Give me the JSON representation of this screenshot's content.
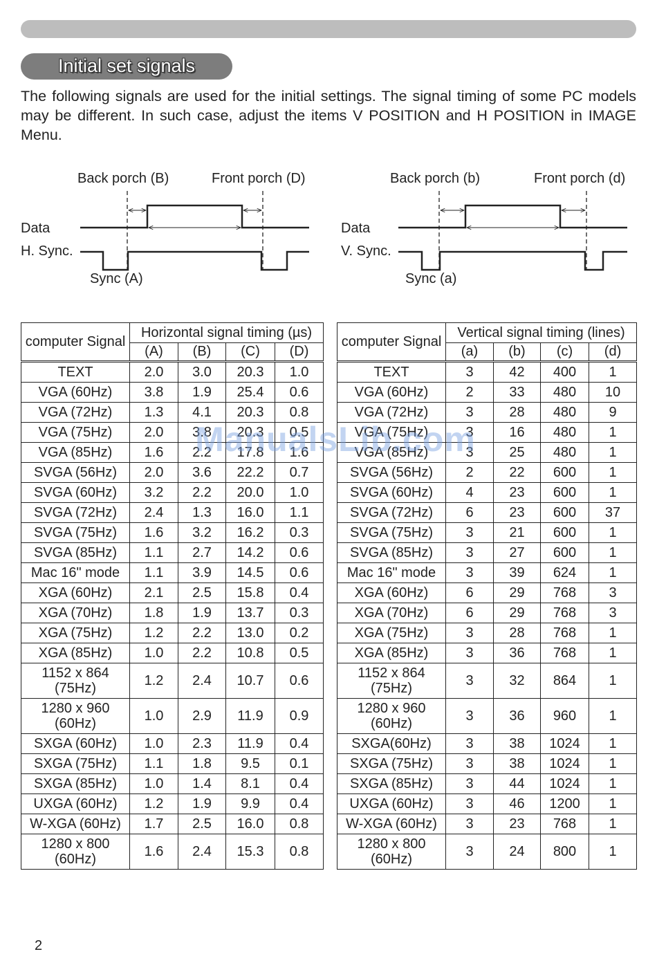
{
  "section_title": "Initial set signals",
  "intro_text": "The following signals are used for the initial settings. The signal timing of some PC models may be different. In such case, adjust the items V POSITION and H POSITION in IMAGE Menu.",
  "diagram": {
    "horizontal": {
      "back_porch": "Back porch (B)",
      "front_porch": "Front porch (D)",
      "data_label": "Data",
      "sync_label": "H. Sync.",
      "sync_width": "Sync (A)"
    },
    "vertical": {
      "back_porch": "Back porch (b)",
      "front_porch": "Front porch (d)",
      "data_label": "Data",
      "sync_label": "V. Sync.",
      "sync_width": "Sync (a)"
    }
  },
  "horizontal_table": {
    "signal_header": "computer Signal",
    "timing_header": "Horizontal signal timing (µs)",
    "columns": [
      "(A)",
      "(B)",
      "(C)",
      "(D)"
    ],
    "rows": [
      {
        "signal": "TEXT",
        "values": [
          "2.0",
          "3.0",
          "20.3",
          "1.0"
        ]
      },
      {
        "signal": "VGA (60Hz)",
        "values": [
          "3.8",
          "1.9",
          "25.4",
          "0.6"
        ]
      },
      {
        "signal": "VGA (72Hz)",
        "values": [
          "1.3",
          "4.1",
          "20.3",
          "0.8"
        ]
      },
      {
        "signal": "VGA (75Hz)",
        "values": [
          "2.0",
          "3.8",
          "20.3",
          "0.5"
        ]
      },
      {
        "signal": "VGA (85Hz)",
        "values": [
          "1.6",
          "2.2",
          "17.8",
          "1.6"
        ]
      },
      {
        "signal": "SVGA (56Hz)",
        "values": [
          "2.0",
          "3.6",
          "22.2",
          "0.7"
        ]
      },
      {
        "signal": "SVGA (60Hz)",
        "values": [
          "3.2",
          "2.2",
          "20.0",
          "1.0"
        ]
      },
      {
        "signal": "SVGA (72Hz)",
        "values": [
          "2.4",
          "1.3",
          "16.0",
          "1.1"
        ]
      },
      {
        "signal": "SVGA (75Hz)",
        "values": [
          "1.6",
          "3.2",
          "16.2",
          "0.3"
        ]
      },
      {
        "signal": "SVGA (85Hz)",
        "values": [
          "1.1",
          "2.7",
          "14.2",
          "0.6"
        ]
      },
      {
        "signal": "Mac 16\" mode",
        "values": [
          "1.1",
          "3.9",
          "14.5",
          "0.6"
        ]
      },
      {
        "signal": "XGA (60Hz)",
        "values": [
          "2.1",
          "2.5",
          "15.8",
          "0.4"
        ]
      },
      {
        "signal": "XGA (70Hz)",
        "values": [
          "1.8",
          "1.9",
          "13.7",
          "0.3"
        ]
      },
      {
        "signal": "XGA (75Hz)",
        "values": [
          "1.2",
          "2.2",
          "13.0",
          "0.2"
        ]
      },
      {
        "signal": "XGA (85Hz)",
        "values": [
          "1.0",
          "2.2",
          "10.8",
          "0.5"
        ]
      },
      {
        "signal": "1152 x 864 (75Hz)",
        "values": [
          "1.2",
          "2.4",
          "10.7",
          "0.6"
        ],
        "tall": true
      },
      {
        "signal": "1280 x 960 (60Hz)",
        "values": [
          "1.0",
          "2.9",
          "11.9",
          "0.9"
        ],
        "tall": true
      },
      {
        "signal": "SXGA (60Hz)",
        "values": [
          "1.0",
          "2.3",
          "11.9",
          "0.4"
        ]
      },
      {
        "signal": "SXGA (75Hz)",
        "values": [
          "1.1",
          "1.8",
          "9.5",
          "0.1"
        ]
      },
      {
        "signal": "SXGA (85Hz)",
        "values": [
          "1.0",
          "1.4",
          "8.1",
          "0.4"
        ]
      },
      {
        "signal": "UXGA (60Hz)",
        "values": [
          "1.2",
          "1.9",
          "9.9",
          "0.4"
        ]
      },
      {
        "signal": "W-XGA (60Hz)",
        "values": [
          "1.7",
          "2.5",
          "16.0",
          "0.8"
        ]
      },
      {
        "signal": "1280 x 800 (60Hz)",
        "values": [
          "1.6",
          "2.4",
          "15.3",
          "0.8"
        ],
        "tall": true
      }
    ]
  },
  "vertical_table": {
    "signal_header": "computer Signal",
    "timing_header": "Vertical signal timing (lines)",
    "columns": [
      "(a)",
      "(b)",
      "(c)",
      "(d)"
    ],
    "rows": [
      {
        "signal": "TEXT",
        "values": [
          "3",
          "42",
          "400",
          "1"
        ]
      },
      {
        "signal": "VGA (60Hz)",
        "values": [
          "2",
          "33",
          "480",
          "10"
        ]
      },
      {
        "signal": "VGA (72Hz)",
        "values": [
          "3",
          "28",
          "480",
          "9"
        ]
      },
      {
        "signal": "VGA (75Hz)",
        "values": [
          "3",
          "16",
          "480",
          "1"
        ]
      },
      {
        "signal": "VGA (85Hz)",
        "values": [
          "3",
          "25",
          "480",
          "1"
        ]
      },
      {
        "signal": "SVGA (56Hz)",
        "values": [
          "2",
          "22",
          "600",
          "1"
        ]
      },
      {
        "signal": "SVGA (60Hz)",
        "values": [
          "4",
          "23",
          "600",
          "1"
        ]
      },
      {
        "signal": "SVGA (72Hz)",
        "values": [
          "6",
          "23",
          "600",
          "37"
        ]
      },
      {
        "signal": "SVGA (75Hz)",
        "values": [
          "3",
          "21",
          "600",
          "1"
        ]
      },
      {
        "signal": "SVGA (85Hz)",
        "values": [
          "3",
          "27",
          "600",
          "1"
        ]
      },
      {
        "signal": "Mac 16\" mode",
        "values": [
          "3",
          "39",
          "624",
          "1"
        ]
      },
      {
        "signal": "XGA (60Hz)",
        "values": [
          "6",
          "29",
          "768",
          "3"
        ]
      },
      {
        "signal": "XGA (70Hz)",
        "values": [
          "6",
          "29",
          "768",
          "3"
        ]
      },
      {
        "signal": "XGA (75Hz)",
        "values": [
          "3",
          "28",
          "768",
          "1"
        ]
      },
      {
        "signal": "XGA (85Hz)",
        "values": [
          "3",
          "36",
          "768",
          "1"
        ]
      },
      {
        "signal": "1152 x 864 (75Hz)",
        "values": [
          "3",
          "32",
          "864",
          "1"
        ],
        "tall": true
      },
      {
        "signal": "1280 x 960 (60Hz)",
        "values": [
          "3",
          "36",
          "960",
          "1"
        ],
        "tall": true
      },
      {
        "signal": "SXGA(60Hz)",
        "values": [
          "3",
          "38",
          "1024",
          "1"
        ]
      },
      {
        "signal": "SXGA (75Hz)",
        "values": [
          "3",
          "38",
          "1024",
          "1"
        ]
      },
      {
        "signal": "SXGA (85Hz)",
        "values": [
          "3",
          "44",
          "1024",
          "1"
        ]
      },
      {
        "signal": "UXGA (60Hz)",
        "values": [
          "3",
          "46",
          "1200",
          "1"
        ]
      },
      {
        "signal": "W-XGA (60Hz)",
        "values": [
          "3",
          "23",
          "768",
          "1"
        ]
      },
      {
        "signal": "1280 x 800 (60Hz)",
        "values": [
          "3",
          "24",
          "800",
          "1"
        ],
        "tall": true
      }
    ]
  },
  "watermark": "ManualsLib.com",
  "page_number": "2"
}
